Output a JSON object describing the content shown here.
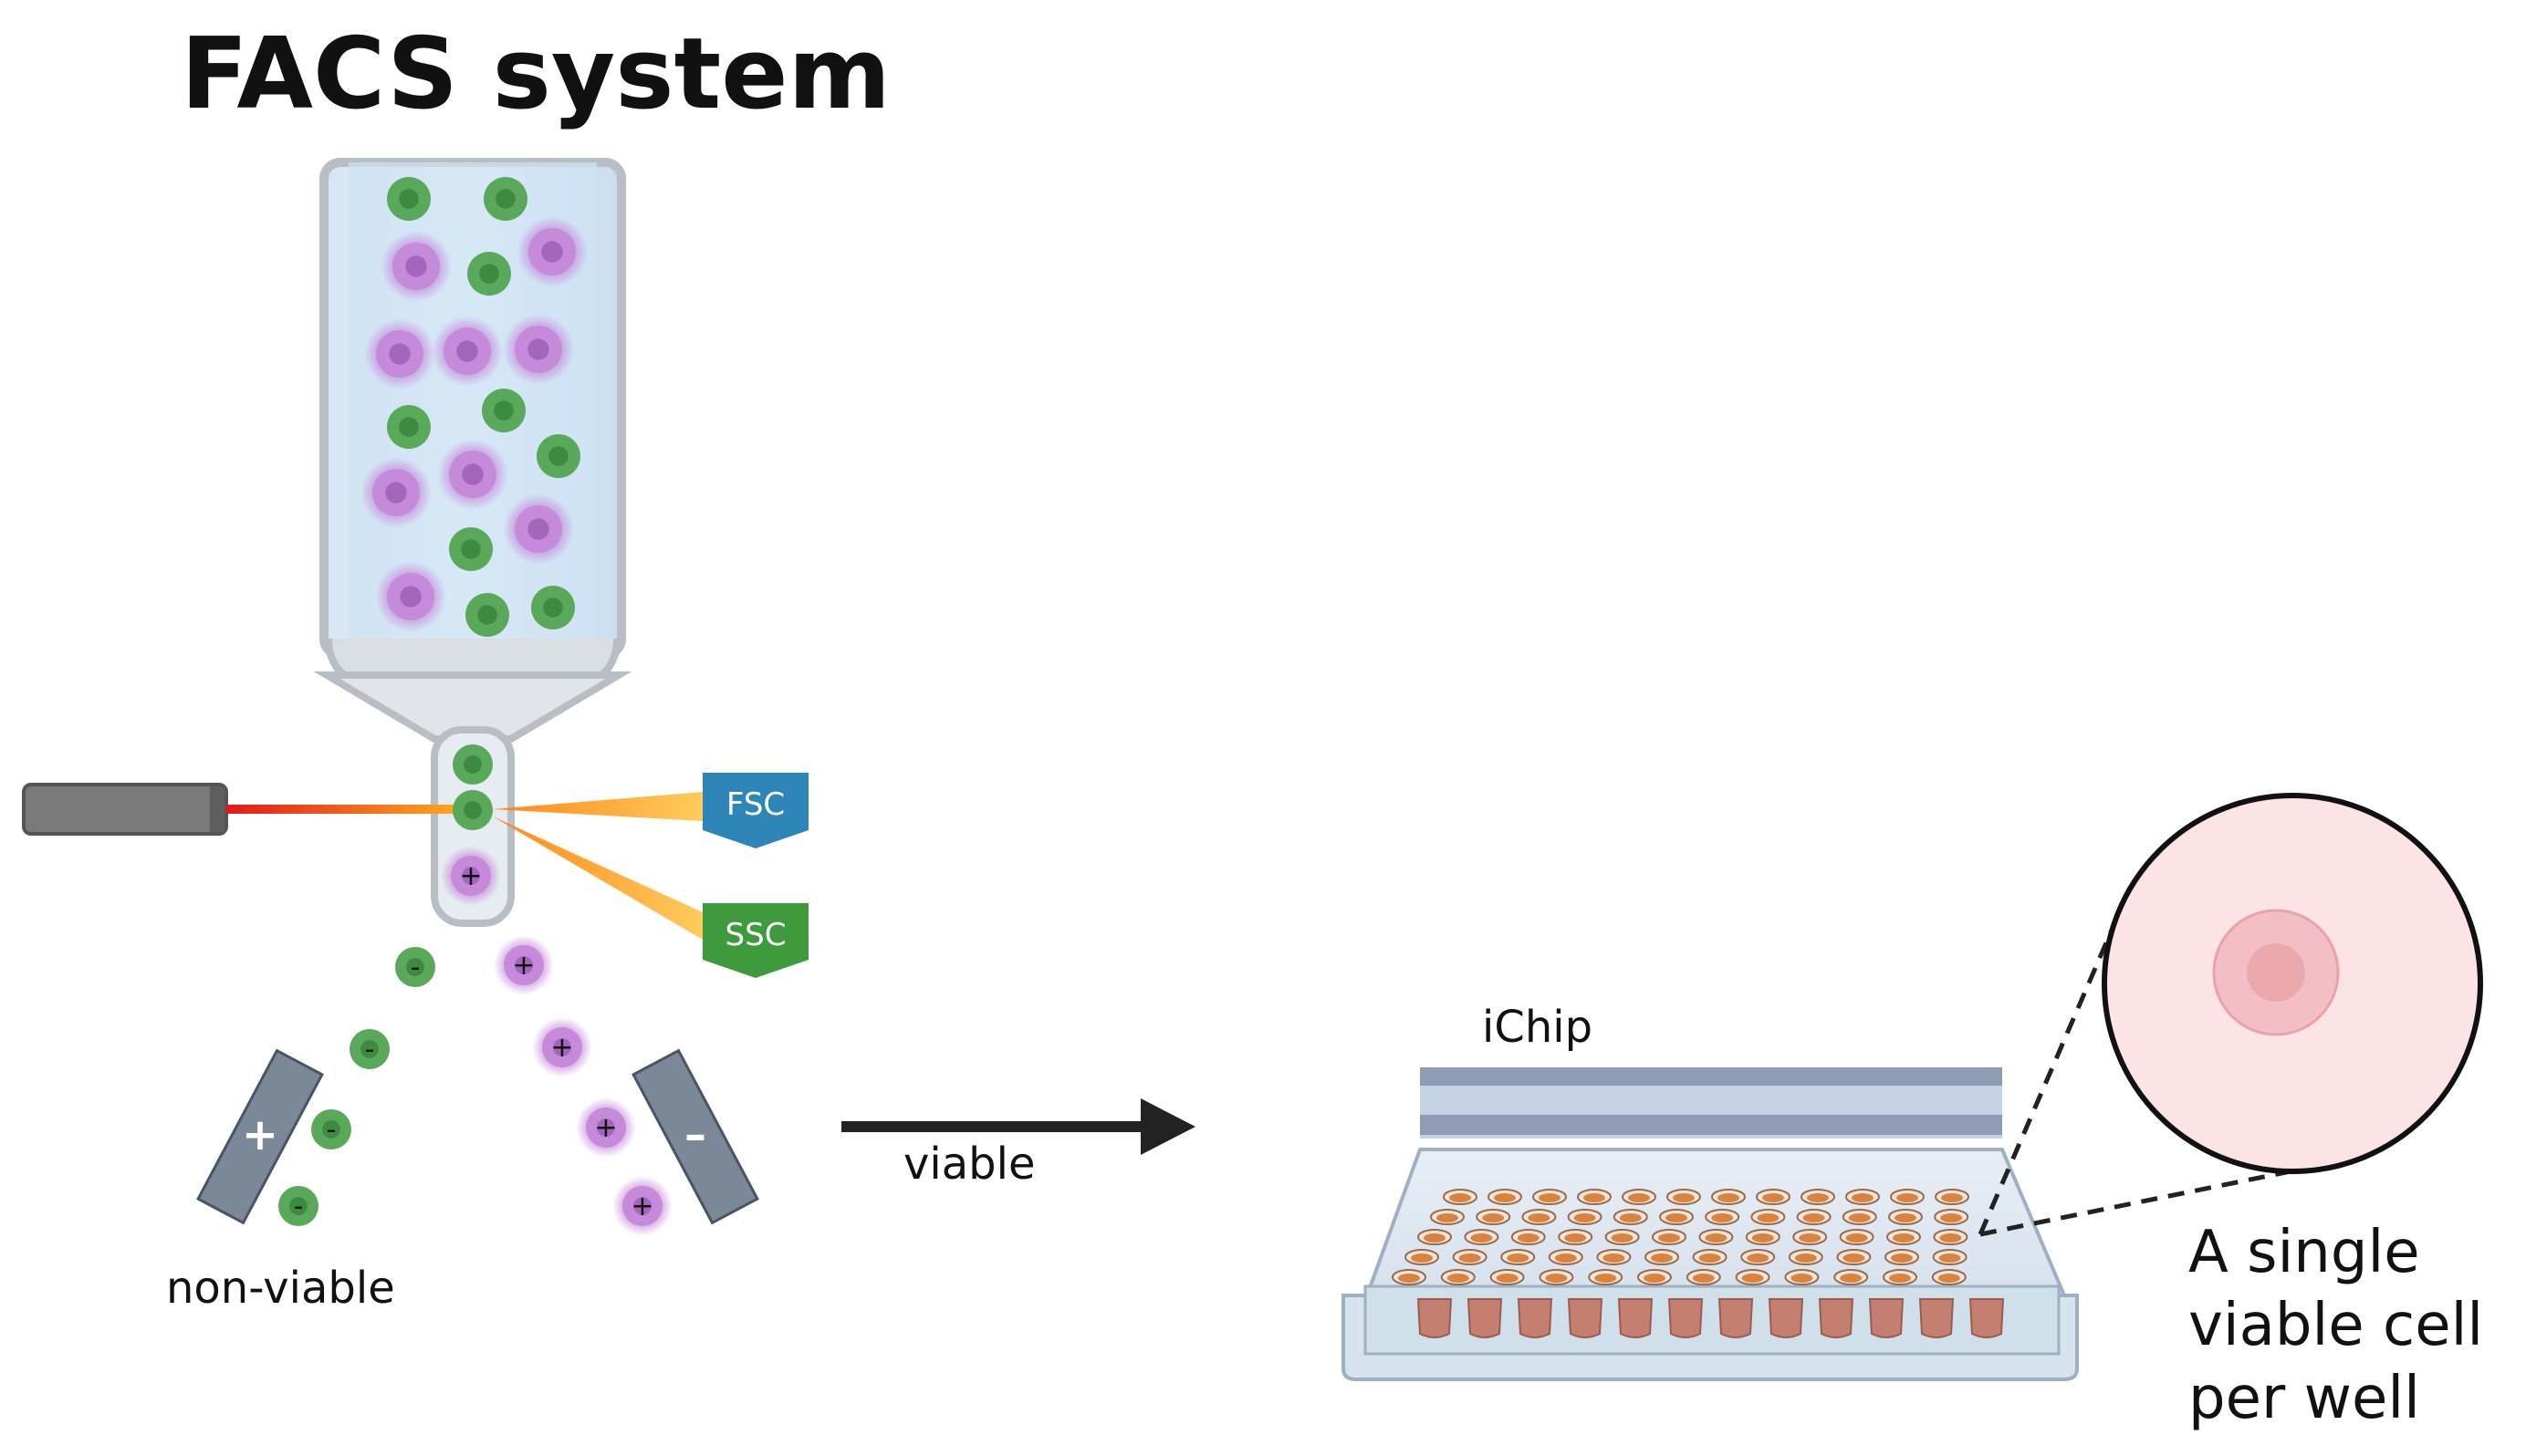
{
  "title": "FACS system",
  "detectors": {
    "fsc": "FSC",
    "ssc": "SSC"
  },
  "charges": {
    "positive": "+",
    "negative": "-"
  },
  "plates": {
    "left_sign": "+",
    "right_sign": "–"
  },
  "labels": {
    "non_viable": "non-viable",
    "viable": "viable",
    "ichip": "iChip",
    "callout": [
      "A single",
      "viable cell",
      "per well"
    ]
  },
  "colors": {
    "green_cell": "#5aa85a",
    "purple_cell": "#c58ad9",
    "fsc": "#2e86b8",
    "ssc": "#3d9a3d",
    "plate_electrode": "#7b8898",
    "beam": "#f7a21b",
    "laser": "#7a7a7a",
    "well_callout": "#fbe3e6",
    "cell_callout": "#f4bfc4"
  }
}
